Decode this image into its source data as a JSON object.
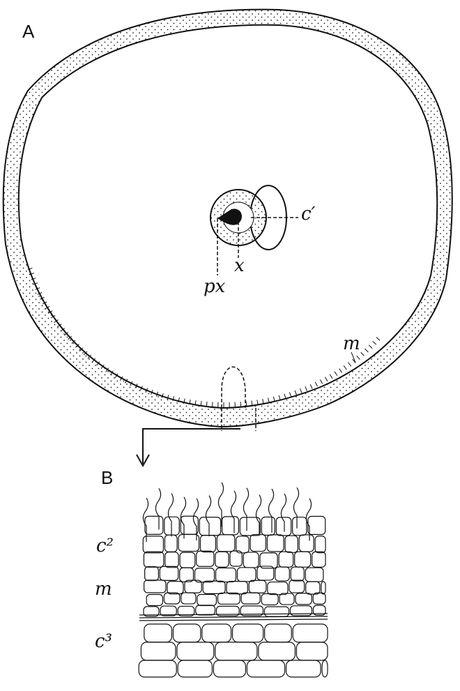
{
  "panels": {
    "a": "A",
    "b": "B"
  },
  "labels_a": {
    "c1": "c′",
    "x": "x",
    "px": "px",
    "m": "m"
  },
  "labels_b": {
    "c2": "c²",
    "m": "m",
    "c3": "c³"
  }
}
